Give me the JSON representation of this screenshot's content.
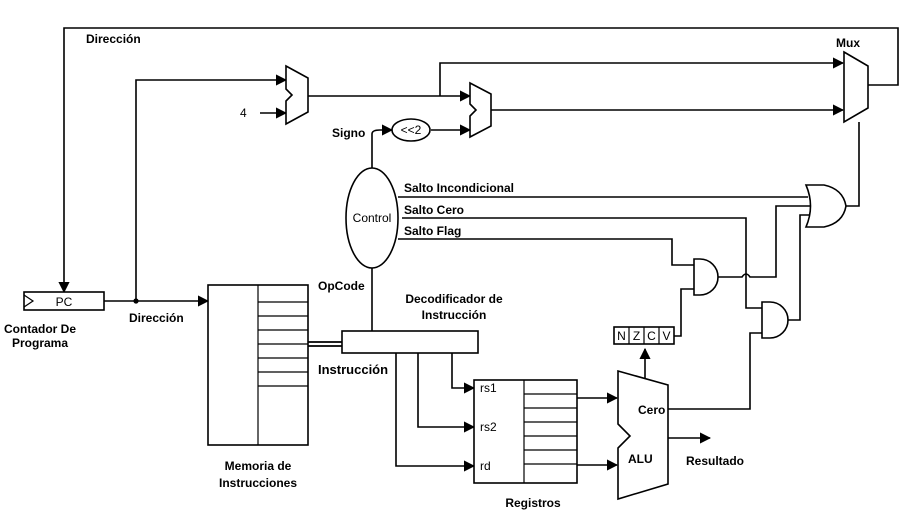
{
  "labels": {
    "direccion_top": "Dirección",
    "mux": "Mux",
    "four": "4",
    "signo": "Signo",
    "shift": "<<2",
    "control": "Control",
    "salto_incondicional": "Salto Incondicional",
    "salto_cero": "Salto Cero",
    "salto_flag": "Salto Flag",
    "opcode": "OpCode",
    "decodificador_line1": "Decodificador de",
    "decodificador_line2": "Instrucción",
    "pc": "PC",
    "contador_line1": "Contador De",
    "contador_line2": "Programa",
    "direccion_bottom": "Dirección",
    "instruccion": "Instrucción",
    "memoria_line1": "Memoria de",
    "memoria_line2": "Instrucciones",
    "rs1": "rs1",
    "rs2": "rs2",
    "rd": "rd",
    "registros": "Registros",
    "cero": "Cero",
    "alu": "ALU",
    "resultado": "Resultado",
    "flags": [
      "N",
      "Z",
      "C",
      "V"
    ]
  }
}
